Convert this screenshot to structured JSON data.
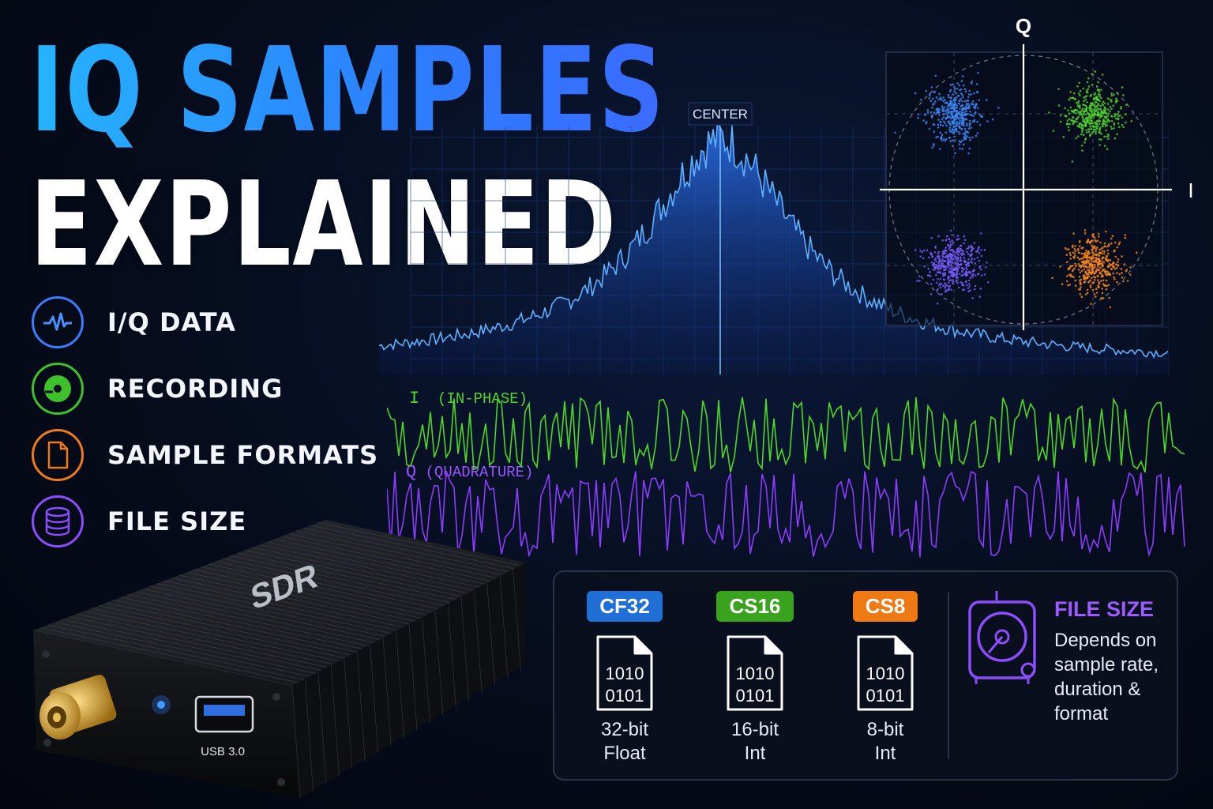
{
  "title": {
    "line1": "IQ SAMPLES",
    "line2": "EXPLAINED"
  },
  "features": [
    {
      "label": "I/Q DATA",
      "icon": "waveform-icon",
      "color": "#3b7dff"
    },
    {
      "label": "RECORDING",
      "icon": "record-disc-icon",
      "color": "#3ec12b"
    },
    {
      "label": "SAMPLE FORMATS",
      "icon": "document-icon",
      "color": "#f07a1a"
    },
    {
      "label": "FILE SIZE",
      "icon": "database-icon",
      "color": "#8a4dff"
    }
  ],
  "spectrum": {
    "center_label": "CENTER"
  },
  "constellation": {
    "q_axis": "Q",
    "i_axis": "I"
  },
  "waveforms": {
    "i": {
      "letter": "I",
      "label": "(IN-PHASE)",
      "color": "#4fd62a"
    },
    "q": {
      "letter": "Q",
      "label": "(QUADRATURE)",
      "color": "#8b3dff"
    }
  },
  "device": {
    "label": "SDR",
    "port_label": "USB 3.0"
  },
  "formats": [
    {
      "badge": "CF32",
      "color": "#1f6fd6",
      "bits1": "1010",
      "bits2": "0101",
      "desc1": "32-bit",
      "desc2": "Float"
    },
    {
      "badge": "CS16",
      "color": "#3aa31e",
      "bits1": "1010",
      "bits2": "0101",
      "desc1": "16-bit",
      "desc2": "Int"
    },
    {
      "badge": "CS8",
      "color": "#ef7a14",
      "bits1": "1010",
      "bits2": "0101",
      "desc1": "8-bit",
      "desc2": "Int"
    }
  ],
  "file_size": {
    "title": "FILE SIZE",
    "lines": [
      "Depends on",
      "sample rate,",
      "duration &",
      "format"
    ],
    "icon": "hard-drive-icon"
  }
}
